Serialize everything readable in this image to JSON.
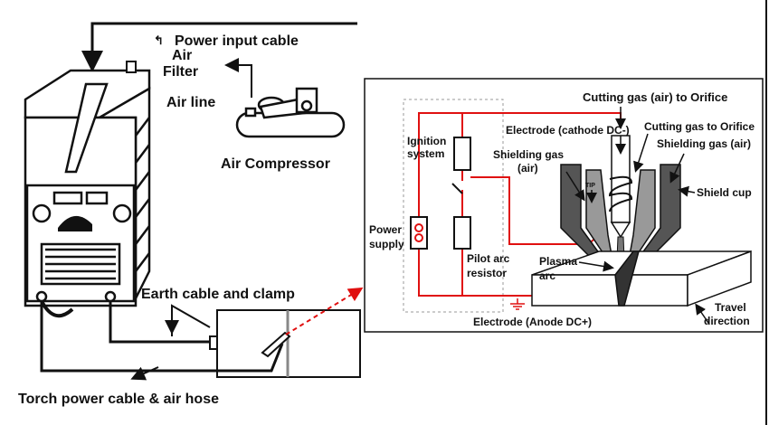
{
  "left_panel": {
    "power_input_cable": "Power input cable",
    "air_filter_line1": "Air",
    "air_filter_line2": "Filter",
    "air_line": "Air line",
    "air_compressor": "Air Compressor",
    "earth_cable_clamp": "Earth cable and clamp",
    "torch_power_cable": "Torch power cable & air hose"
  },
  "right_panel": {
    "cutting_gas_air_orifice": "Cutting gas (air) to Orifice",
    "electrode_cathode": "Electrode (cathode DC-)",
    "cutting_gas_orifice": "Cutting gas to Orifice",
    "ignition_line1": "Ignition",
    "ignition_line2": "system",
    "shielding_gas_air_line1": "Shielding gas",
    "shielding_gas_air_line2": "(air)",
    "shielding_gas_air_right": "Shielding gas (air)",
    "tip": "TIP",
    "shield_cup": "Shield cup",
    "power_supply_line1": "Power",
    "power_supply_line2": "supply",
    "pilot_arc_line1": "Pilot arc",
    "pilot_arc_line2": "resistor",
    "plasma_line1": "Plasma",
    "plasma_line2": "arc",
    "electrode_anode": "Electrode (Anode DC+)",
    "travel_line1": "Travel",
    "travel_line2": "direction"
  },
  "colors": {
    "circuit_red": "#e01010",
    "ink": "#111111",
    "dashed_gray": "#999999"
  }
}
